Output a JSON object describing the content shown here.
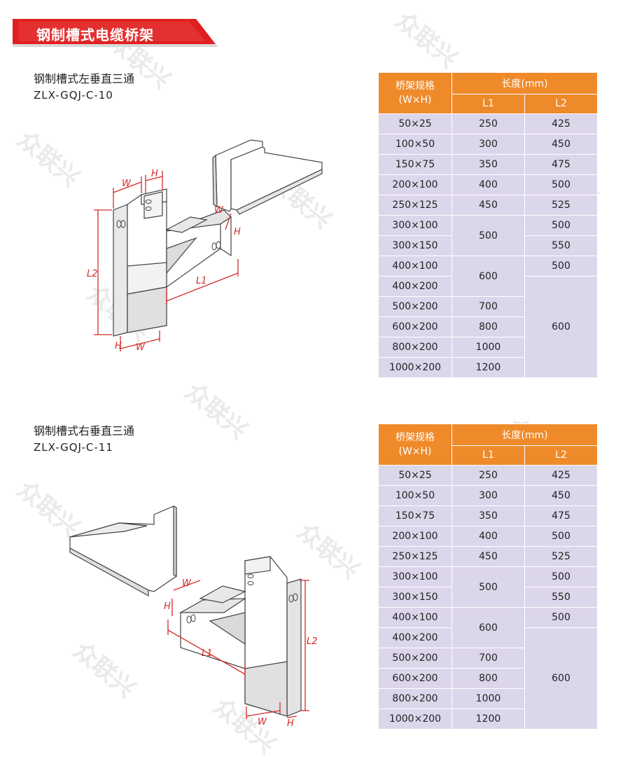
{
  "header": {
    "title": "钢制槽式电缆桥架"
  },
  "watermark": {
    "text": "众联兴"
  },
  "products": [
    {
      "name": "钢制槽式左垂直三通",
      "code": "ZLX-GQJ-C-10",
      "diagram_labels": {
        "w": "W",
        "h": "H",
        "l1": "L1",
        "l2": "L2"
      },
      "table": {
        "col_spec": "桥架规格",
        "col_spec_unit": "(W×H)",
        "col_length": "长度(mm)",
        "col_l1": "L1",
        "col_l2": "L2",
        "specs": [
          "50×25",
          "100×50",
          "150×75",
          "200×100",
          "250×125",
          "300×100",
          "300×150",
          "400×100",
          "400×200",
          "500×200",
          "600×200",
          "800×200",
          "1000×200"
        ],
        "l1": [
          {
            "value": "250",
            "rows": 1
          },
          {
            "value": "300",
            "rows": 1
          },
          {
            "value": "350",
            "rows": 1
          },
          {
            "value": "400",
            "rows": 1
          },
          {
            "value": "450",
            "rows": 1
          },
          {
            "value": "500",
            "rows": 2
          },
          {
            "value": "600",
            "rows": 2
          },
          {
            "value": "700",
            "rows": 1
          },
          {
            "value": "800",
            "rows": 1
          },
          {
            "value": "1000",
            "rows": 1
          },
          {
            "value": "1200",
            "rows": 1
          }
        ],
        "l2": [
          {
            "value": "425",
            "rows": 1
          },
          {
            "value": "450",
            "rows": 1
          },
          {
            "value": "475",
            "rows": 1
          },
          {
            "value": "500",
            "rows": 1
          },
          {
            "value": "525",
            "rows": 1
          },
          {
            "value": "500",
            "rows": 1
          },
          {
            "value": "550",
            "rows": 1
          },
          {
            "value": "500",
            "rows": 1
          },
          {
            "value": "600",
            "rows": 5
          }
        ]
      }
    },
    {
      "name": "钢制槽式右垂直三通",
      "code": "ZLX-GQJ-C-11",
      "diagram_labels": {
        "w": "W",
        "h": "H",
        "l1": "L1",
        "l2": "L2"
      },
      "table": {
        "col_spec": "桥架规格",
        "col_spec_unit": "(W×H)",
        "col_length": "长度(mm)",
        "col_l1": "L1",
        "col_l2": "L2",
        "specs": [
          "50×25",
          "100×50",
          "150×75",
          "200×100",
          "250×125",
          "300×100",
          "300×150",
          "400×100",
          "400×200",
          "500×200",
          "600×200",
          "800×200",
          "1000×200"
        ],
        "l1": [
          {
            "value": "250",
            "rows": 1
          },
          {
            "value": "300",
            "rows": 1
          },
          {
            "value": "350",
            "rows": 1
          },
          {
            "value": "400",
            "rows": 1
          },
          {
            "value": "450",
            "rows": 1
          },
          {
            "value": "500",
            "rows": 2
          },
          {
            "value": "600",
            "rows": 2
          },
          {
            "value": "700",
            "rows": 1
          },
          {
            "value": "800",
            "rows": 1
          },
          {
            "value": "1000",
            "rows": 1
          },
          {
            "value": "1200",
            "rows": 1
          }
        ],
        "l2": [
          {
            "value": "425",
            "rows": 1
          },
          {
            "value": "450",
            "rows": 1
          },
          {
            "value": "475",
            "rows": 1
          },
          {
            "value": "500",
            "rows": 1
          },
          {
            "value": "525",
            "rows": 1
          },
          {
            "value": "500",
            "rows": 1
          },
          {
            "value": "550",
            "rows": 1
          },
          {
            "value": "500",
            "rows": 1
          },
          {
            "value": "600",
            "rows": 5
          }
        ]
      }
    }
  ],
  "colors": {
    "accent": "#e02020",
    "table_header": "#ef8a2a",
    "table_body": "#dcd6ea",
    "dimension": "#d42a2a"
  }
}
